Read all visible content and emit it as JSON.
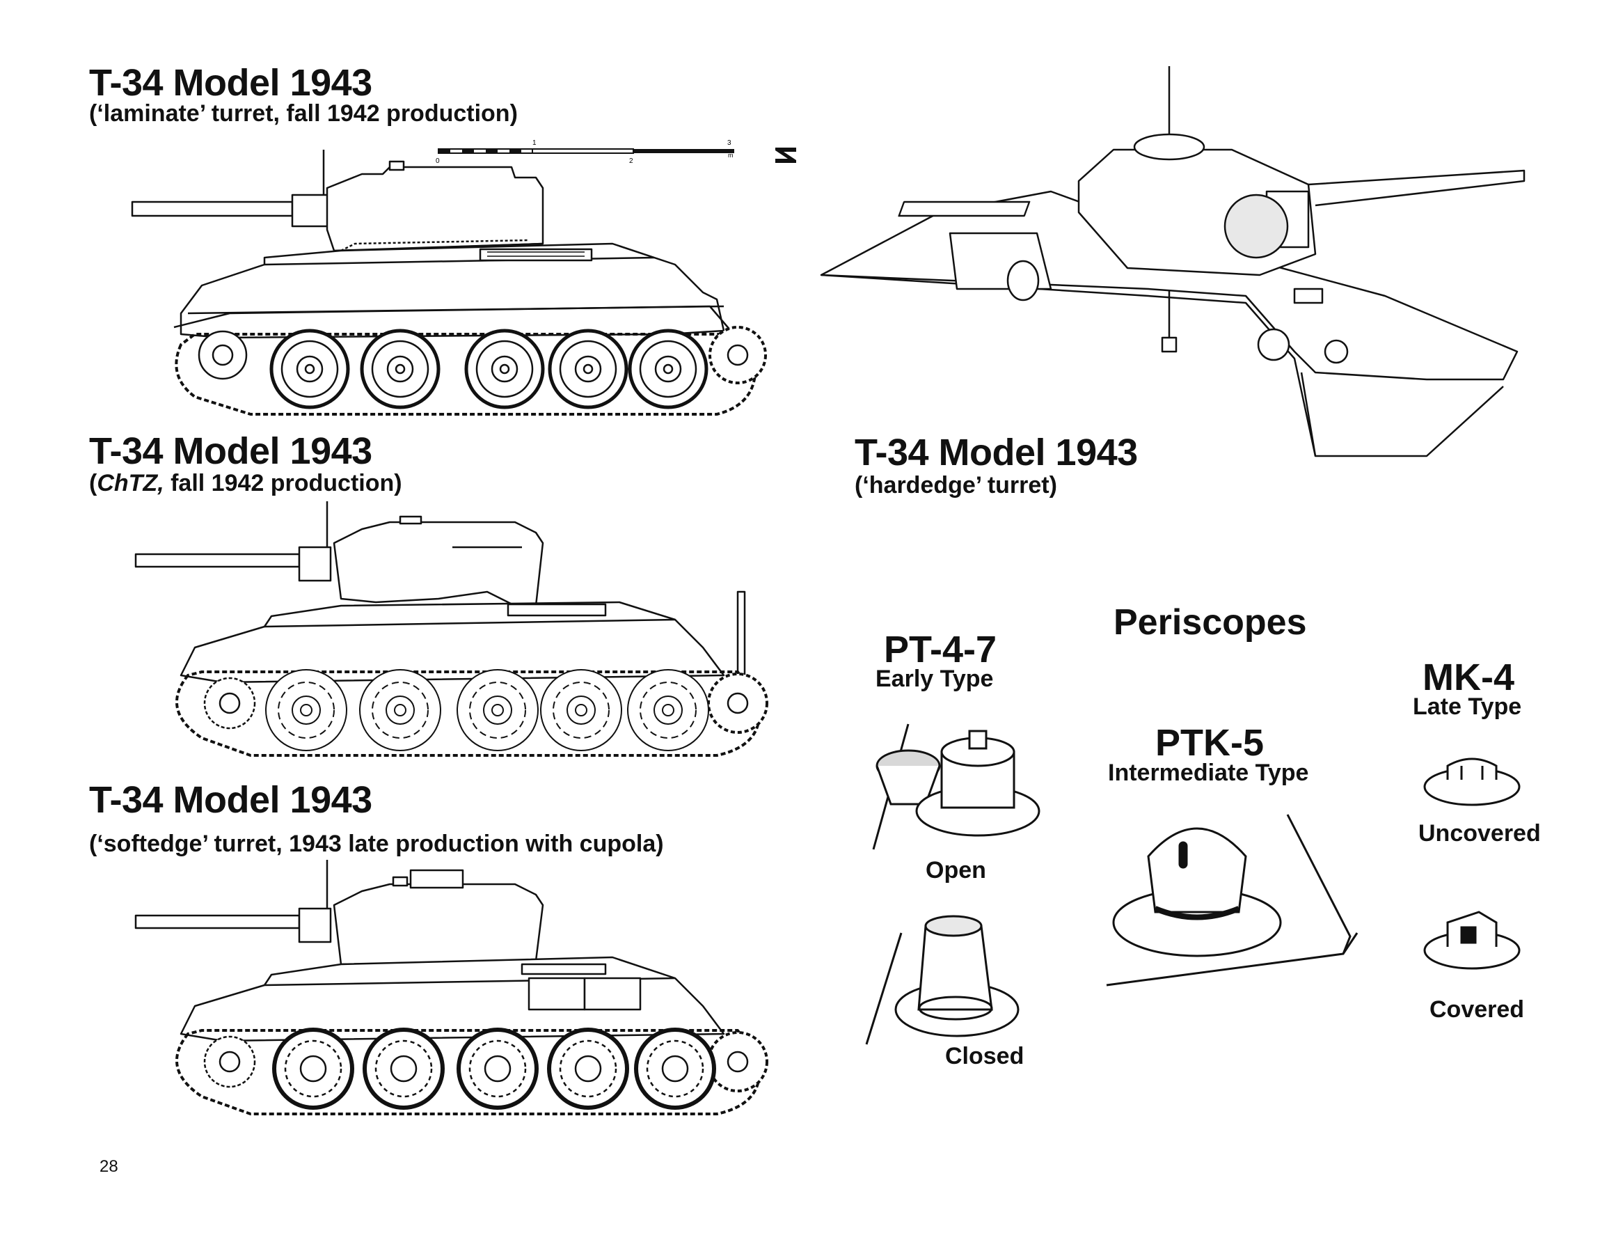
{
  "page_number": "28",
  "tanks": [
    {
      "title": "T-34 Model 1943",
      "subtitle": "(‘laminate’ turret, fall 1942 production)",
      "view": "side"
    },
    {
      "title": "T-34 Model 1943",
      "subtitle_prefix": "(",
      "subtitle_italic": "ChTZ,",
      "subtitle_rest": " fall 1942 production)",
      "view": "side"
    },
    {
      "title": "T-34 Model 1943",
      "subtitle": "(‘softedge’ turret, 1943 late production with cupola)",
      "view": "side"
    },
    {
      "title": "T-34 Model 1943",
      "subtitle": "(‘hardedge’ turret)",
      "view": "three-quarter"
    }
  ],
  "scale_bar": {
    "ticks_top": [
      "1",
      "3"
    ],
    "ticks_bottom": [
      "0",
      "2"
    ],
    "unit": "m"
  },
  "north_icon": "north-arrow-icon",
  "periscopes": {
    "heading": "Periscopes",
    "pt47": {
      "name": "PT-4-7",
      "type": "Early Type",
      "open_label": "Open",
      "closed_label": "Closed"
    },
    "ptk5": {
      "name": "PTK-5",
      "type": "Intermediate Type"
    },
    "mk4": {
      "name": "MK-4",
      "type": "Late Type",
      "uncovered_label": "Uncovered",
      "covered_label": "Covered"
    }
  }
}
